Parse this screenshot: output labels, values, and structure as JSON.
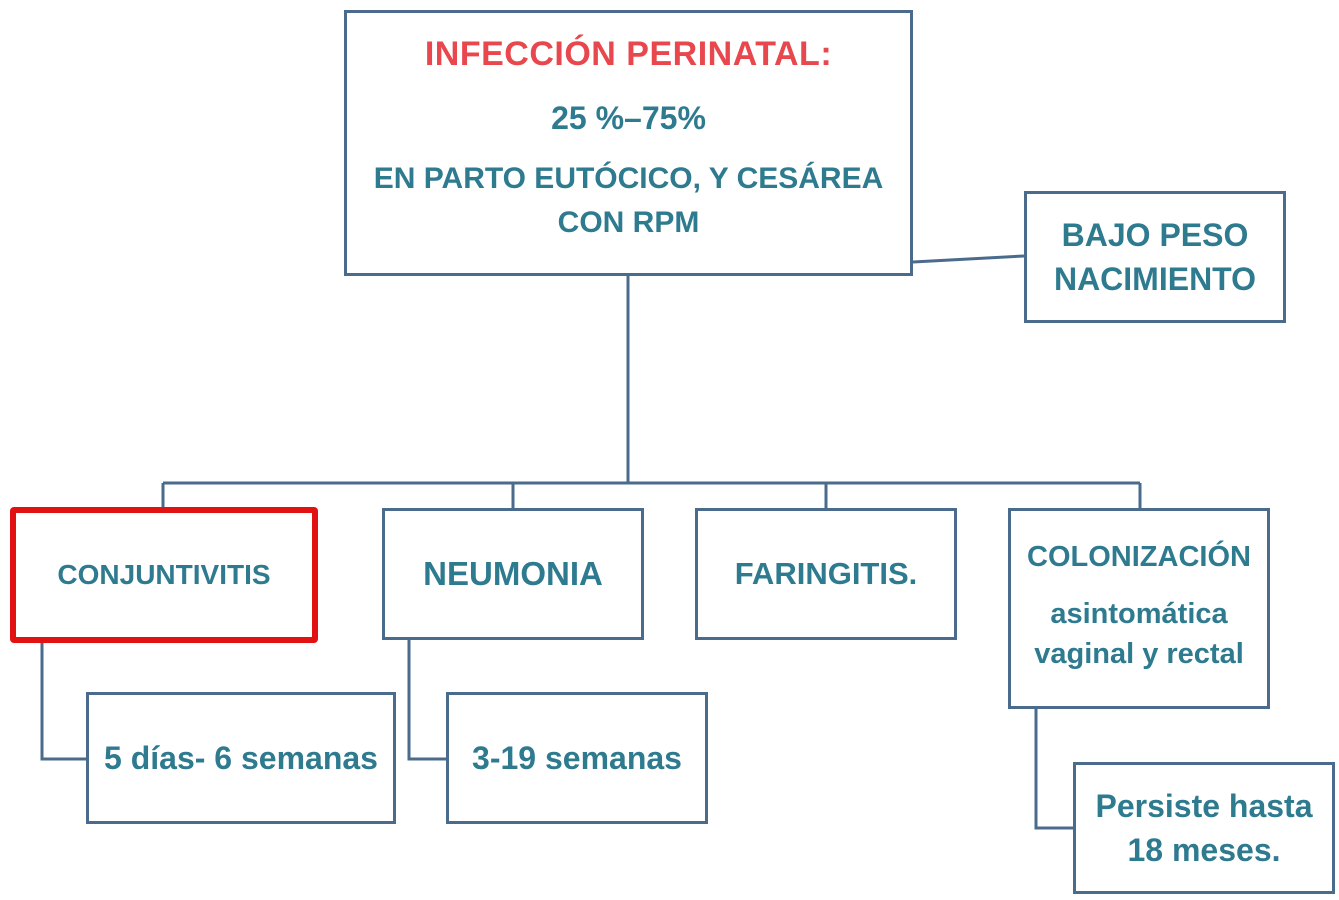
{
  "main": {
    "title": "INFECCIÓN PERINATAL:",
    "percentage": "25 %–75%",
    "description": "EN PARTO EUTÓCICO, Y CESÁREA CON RPM"
  },
  "side_box": {
    "label": "BAJO PESO NACIMIENTO"
  },
  "branches": {
    "conjuntivitis": {
      "label": "CONJUNTIVITIS",
      "detail": "5 días- 6 semanas",
      "highlight_color": "#e31212"
    },
    "neumonia": {
      "label": "NEUMONIA",
      "detail": "3-19 semanas"
    },
    "faringitis": {
      "label": "FARINGITIS."
    },
    "colonizacion": {
      "label": "COLONIZACIÓN",
      "sublabel": "asintomática vaginal y rectal",
      "detail": "Persiste hasta 18 meses."
    }
  },
  "colors": {
    "title": "#e8474d",
    "text": "#2e7a8f",
    "border": "#4a6b8c",
    "highlight": "#e31212"
  }
}
